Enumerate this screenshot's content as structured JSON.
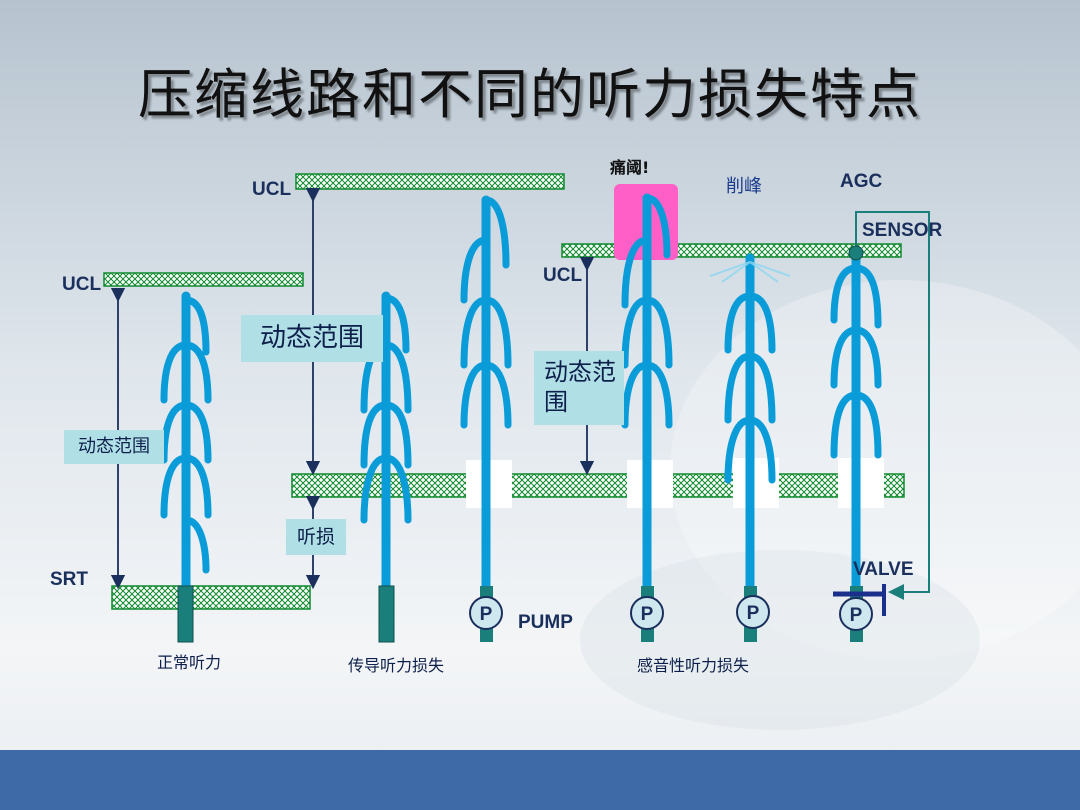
{
  "title": "压缩线路和不同的听力损失特点",
  "labels": {
    "ucl": "UCL",
    "srt": "SRT",
    "pump": "PUMP",
    "agc": "AGC",
    "sensor": "SENSOR",
    "valve": "VALVE",
    "pain_valve": "痛阈!",
    "peak_clip": "削峰",
    "hearing_loss": "听损",
    "dynamic_range": "动态范围",
    "dynamic_range_line1": "动态范",
    "dynamic_range_line2": "围",
    "pump_letter": "P"
  },
  "captions": {
    "normal": "正常听力",
    "conductive": "传导听力损失",
    "sensorineural": "感音性听力损失"
  },
  "colors": {
    "fountain": "#0a9cd8",
    "bar_green": "#0f8a2e",
    "pump_teal": "#1a7f7a",
    "pink": "#ff5fc6",
    "label_box": "#b0e0e6",
    "arrow": "#1a2f5c",
    "footer": "#3f6aa8"
  }
}
